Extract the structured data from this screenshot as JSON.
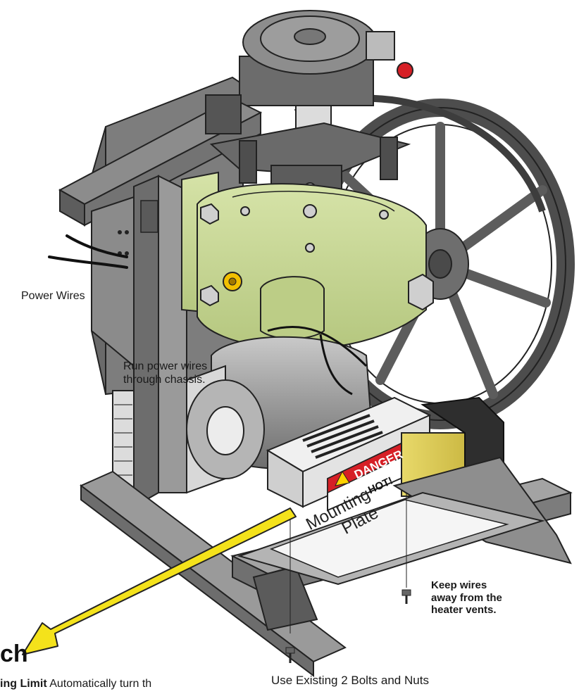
{
  "labels": {
    "power_wires": "Power Wires",
    "run_power_wires_line1": "Run power wires",
    "run_power_wires_line2": "through chassis.",
    "keep_wires_line1": "Keep wires",
    "keep_wires_line2": "away from the",
    "keep_wires_line3": "heater vents.",
    "use_existing_bolts": "Use Existing 2 Bolts and Nuts",
    "mounting_plate_line1": "Mounting",
    "mounting_plate_line2": "Plate",
    "danger_sign": "DANGER",
    "hot_sign": "HOT!"
  },
  "cropped_text": {
    "heading_fragment": "ch",
    "body_fragment_bold": "ing Limit",
    "body_fragment_rest": " Automatically turn th"
  },
  "colors": {
    "gearbox_green": "#c8d89a",
    "metal_gray": "#8a8a8a",
    "arrow_yellow": "#f4e21b",
    "danger_red": "#d61f26"
  }
}
